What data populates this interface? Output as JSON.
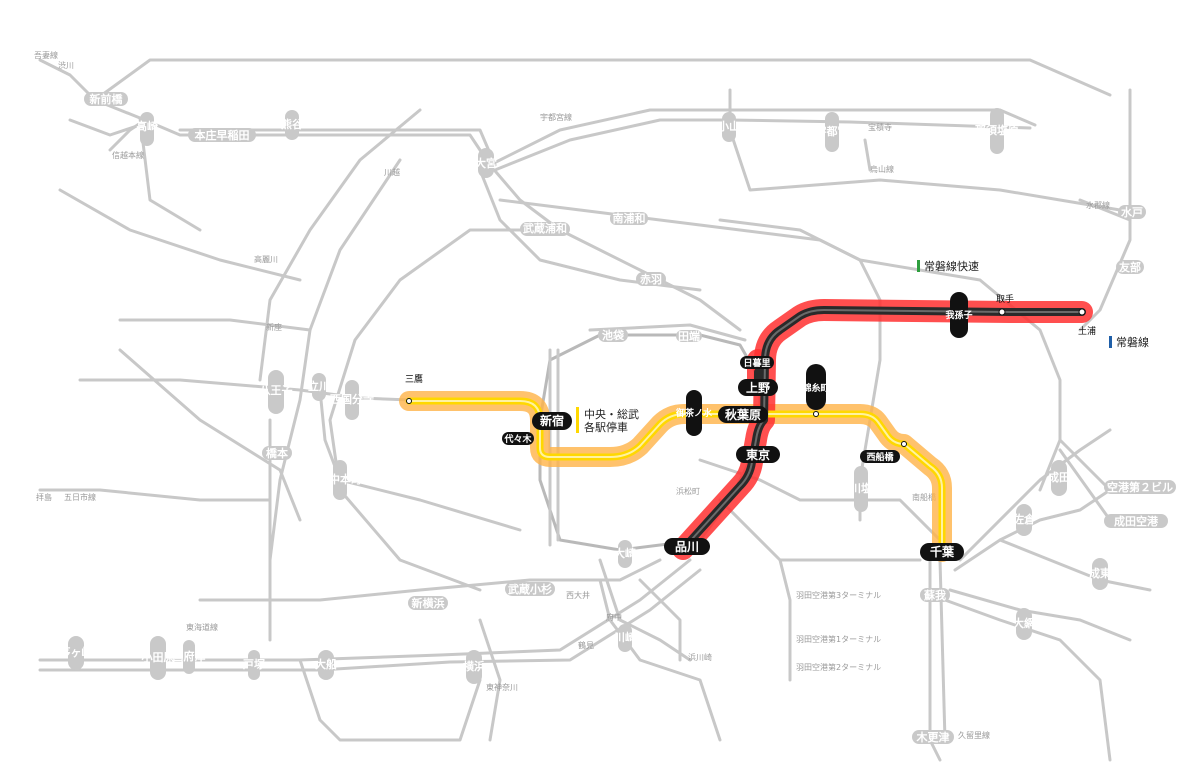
{
  "background_stations": [
    "新前橋",
    "高崎",
    "本庄早稲田",
    "熊谷",
    "大宮",
    "小山",
    "宇都宮",
    "那須塩原",
    "水戸",
    "友部",
    "武蔵浦和",
    "南浦和",
    "赤羽",
    "池袋",
    "田端",
    "八王子",
    "立川",
    "西国分寺",
    "府中本町",
    "橋本",
    "新横浜",
    "武蔵小杉",
    "大崎",
    "川崎",
    "横浜",
    "大船",
    "小田原",
    "国府津",
    "茅ヶ崎",
    "戸塚",
    "成田",
    "空港第２ビル",
    "成田空港",
    "佐倉",
    "成東",
    "大網",
    "蘇我",
    "木更津",
    "市川塩浜",
    "南船橋",
    "浜松町",
    "西大井",
    "府中",
    "拝島",
    "高麗川",
    "新座",
    "川越",
    "鶴見",
    "浜川崎",
    "羽田空港第3ターミナル",
    "羽田空港第1ターミナル",
    "羽田空港第2ターミナル"
  ],
  "small_labels": [
    "吾妻線",
    "渋川",
    "信越本線",
    "烏山線",
    "水郡線",
    "五日市線",
    "東海道線",
    "久留里線",
    "東神奈川",
    "宝積寺",
    "宇都宮線"
  ],
  "highlighted_stations": {
    "mitaka": "三鷹",
    "shinjuku": "新宿",
    "yoyogi": "代々木",
    "ochanomizu": "御茶ノ水",
    "akihabara": "秋葉原",
    "kinshicho": "錦糸町",
    "nishifunabashi": "西船橋",
    "chiba": "千葉",
    "tokyo": "東京",
    "shinagawa": "品川",
    "ueno": "上野",
    "nippori": "日暮里",
    "abiko": "我孫子",
    "toride": "取手",
    "tsuchiura": "土浦"
  },
  "legend": {
    "joban_rapid": "常磐線快速",
    "joban": "常磐線",
    "chuo_sobu_line1": "中央・総武",
    "chuo_sobu_line2": "各駅停車"
  },
  "colors": {
    "joban_rapid_accent": "#2e9e3e",
    "joban_accent": "#1f5fa8",
    "chuo_sobu_accent": "#ffd800",
    "highlight_red": "#ff3030",
    "highlight_orange": "#ffb347",
    "line_dark": "#2a2a2a",
    "background_line": "#c8c8c8"
  }
}
